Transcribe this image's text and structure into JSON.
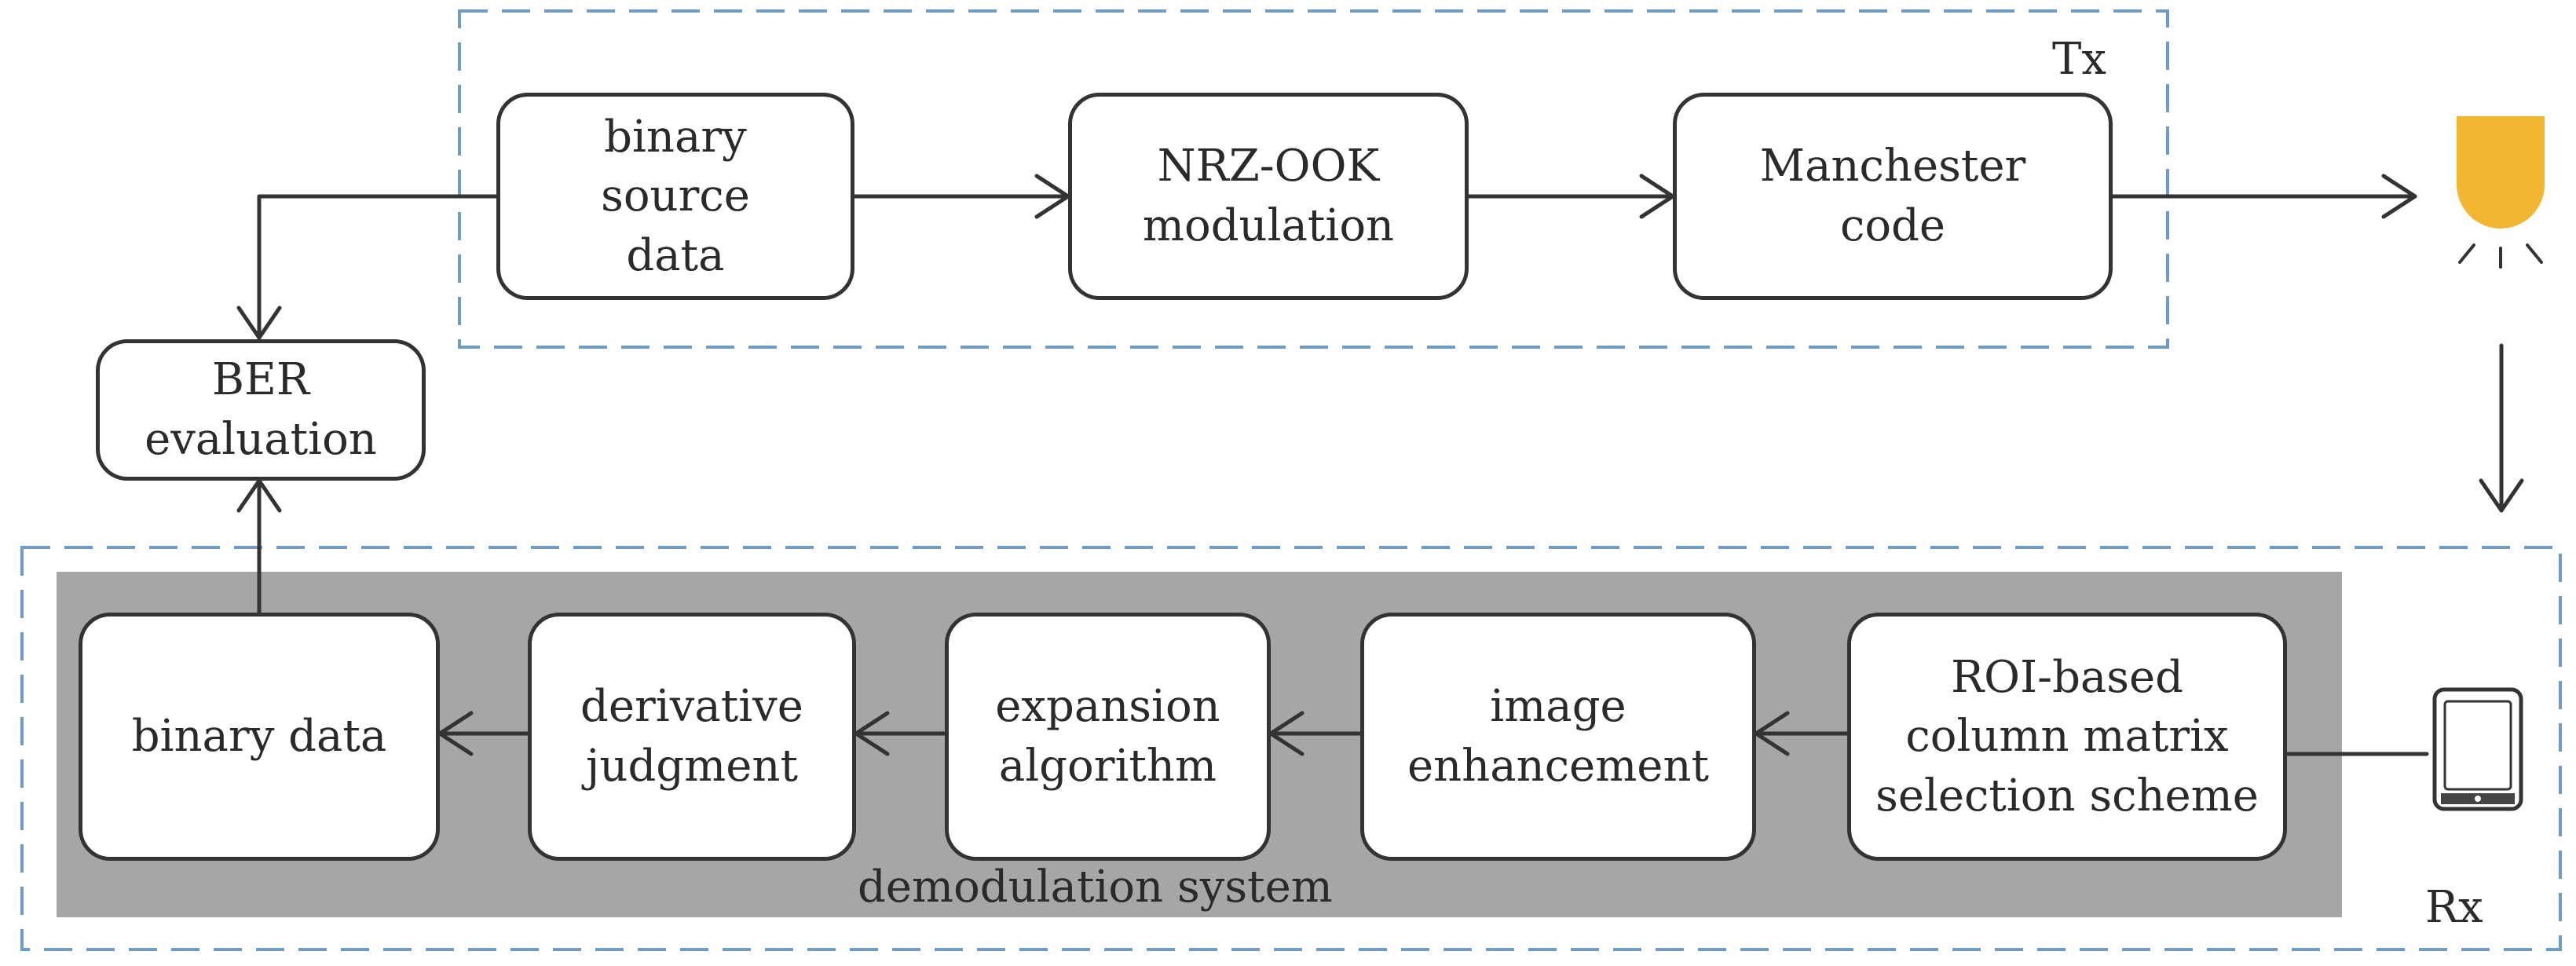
{
  "tx": {
    "label": "Tx",
    "boxes": {
      "binary_source": "binary\nsource\ndata",
      "nrz_ook": "NRZ-OOK\nmodulation",
      "manchester": "Manchester\ncode"
    }
  },
  "ber": {
    "label": "BER\nevaluation"
  },
  "rx": {
    "label": "Rx",
    "system_label": "demodulation system",
    "boxes": {
      "binary_data": "binary data",
      "derivative": "derivative\njudgment",
      "expansion": "expansion\nalgorithm",
      "enhancement": "image\nenhancement",
      "roi": "ROI-based\ncolumn matrix\nselection scheme"
    }
  },
  "icons": {
    "transmitter": "led-lamp-icon",
    "receiver": "smartphone-icon"
  },
  "colors": {
    "dashed_border": "#6f9cc0",
    "system_fill": "#a6a6a6",
    "led_fill": "#f2b731",
    "stroke": "#333333"
  }
}
